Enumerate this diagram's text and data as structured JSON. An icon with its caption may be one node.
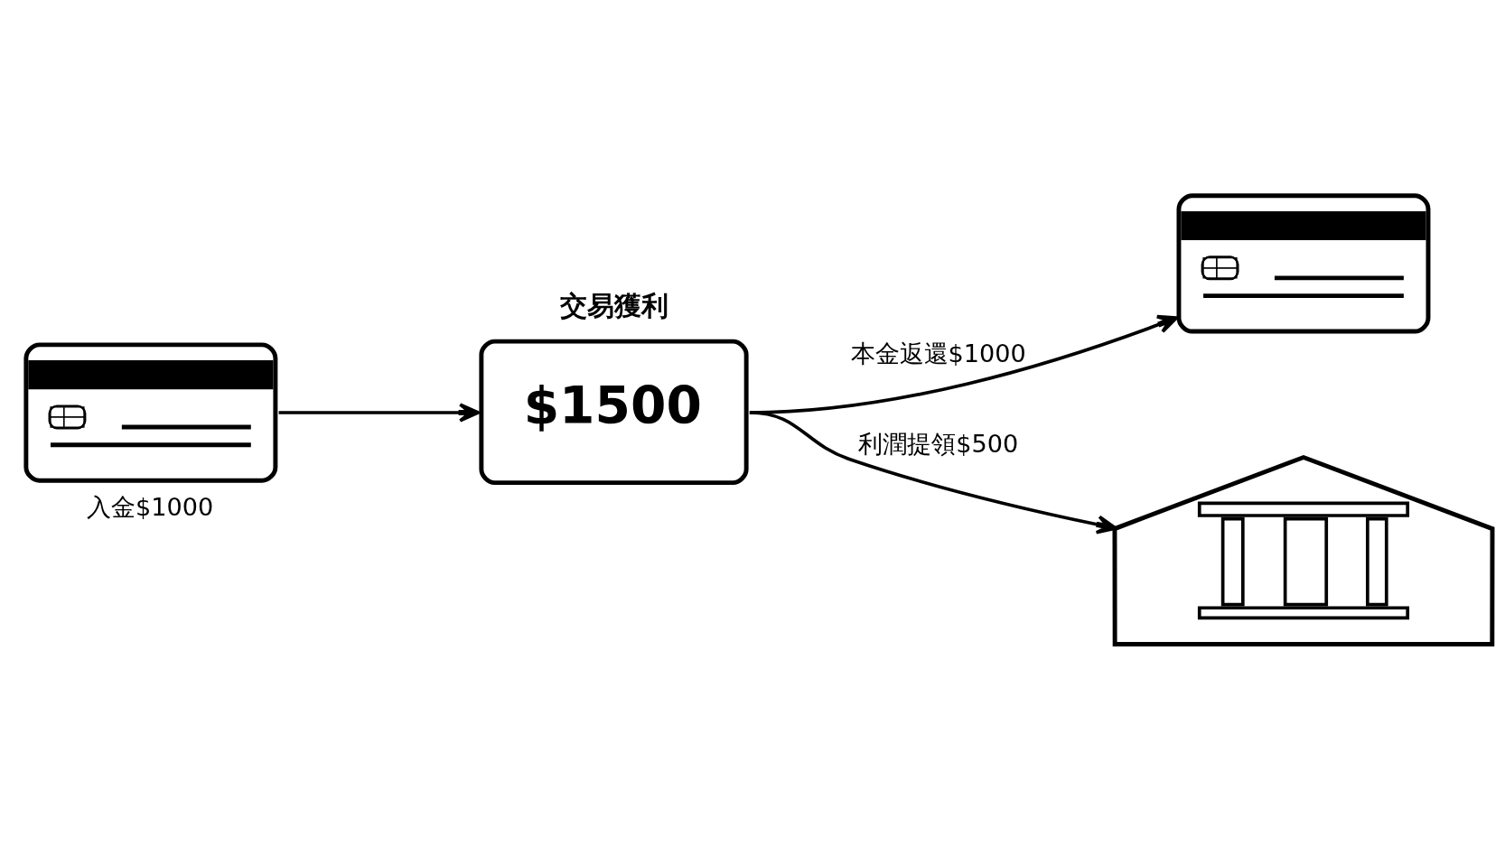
{
  "diagram": {
    "nodes": [
      {
        "text": [],
        "shape": "picture",
        "beside": [
          "入金$1000"
        ]
      },
      {
        "text": [
          "交易獲利",
          "$1500"
        ]
      },
      {
        "text": [],
        "shape": "picture"
      },
      {
        "text": [],
        "shape": "picture"
      }
    ],
    "edges": [
      {
        "from": 0,
        "to": 1,
        "arrow": "to"
      },
      {
        "from": 1,
        "to": 2,
        "arrow": "to",
        "label": "本金返還$1000"
      },
      {
        "from": 1,
        "to": 3,
        "arrow": "to",
        "label": "利潤提領$500"
      }
    ]
  }
}
